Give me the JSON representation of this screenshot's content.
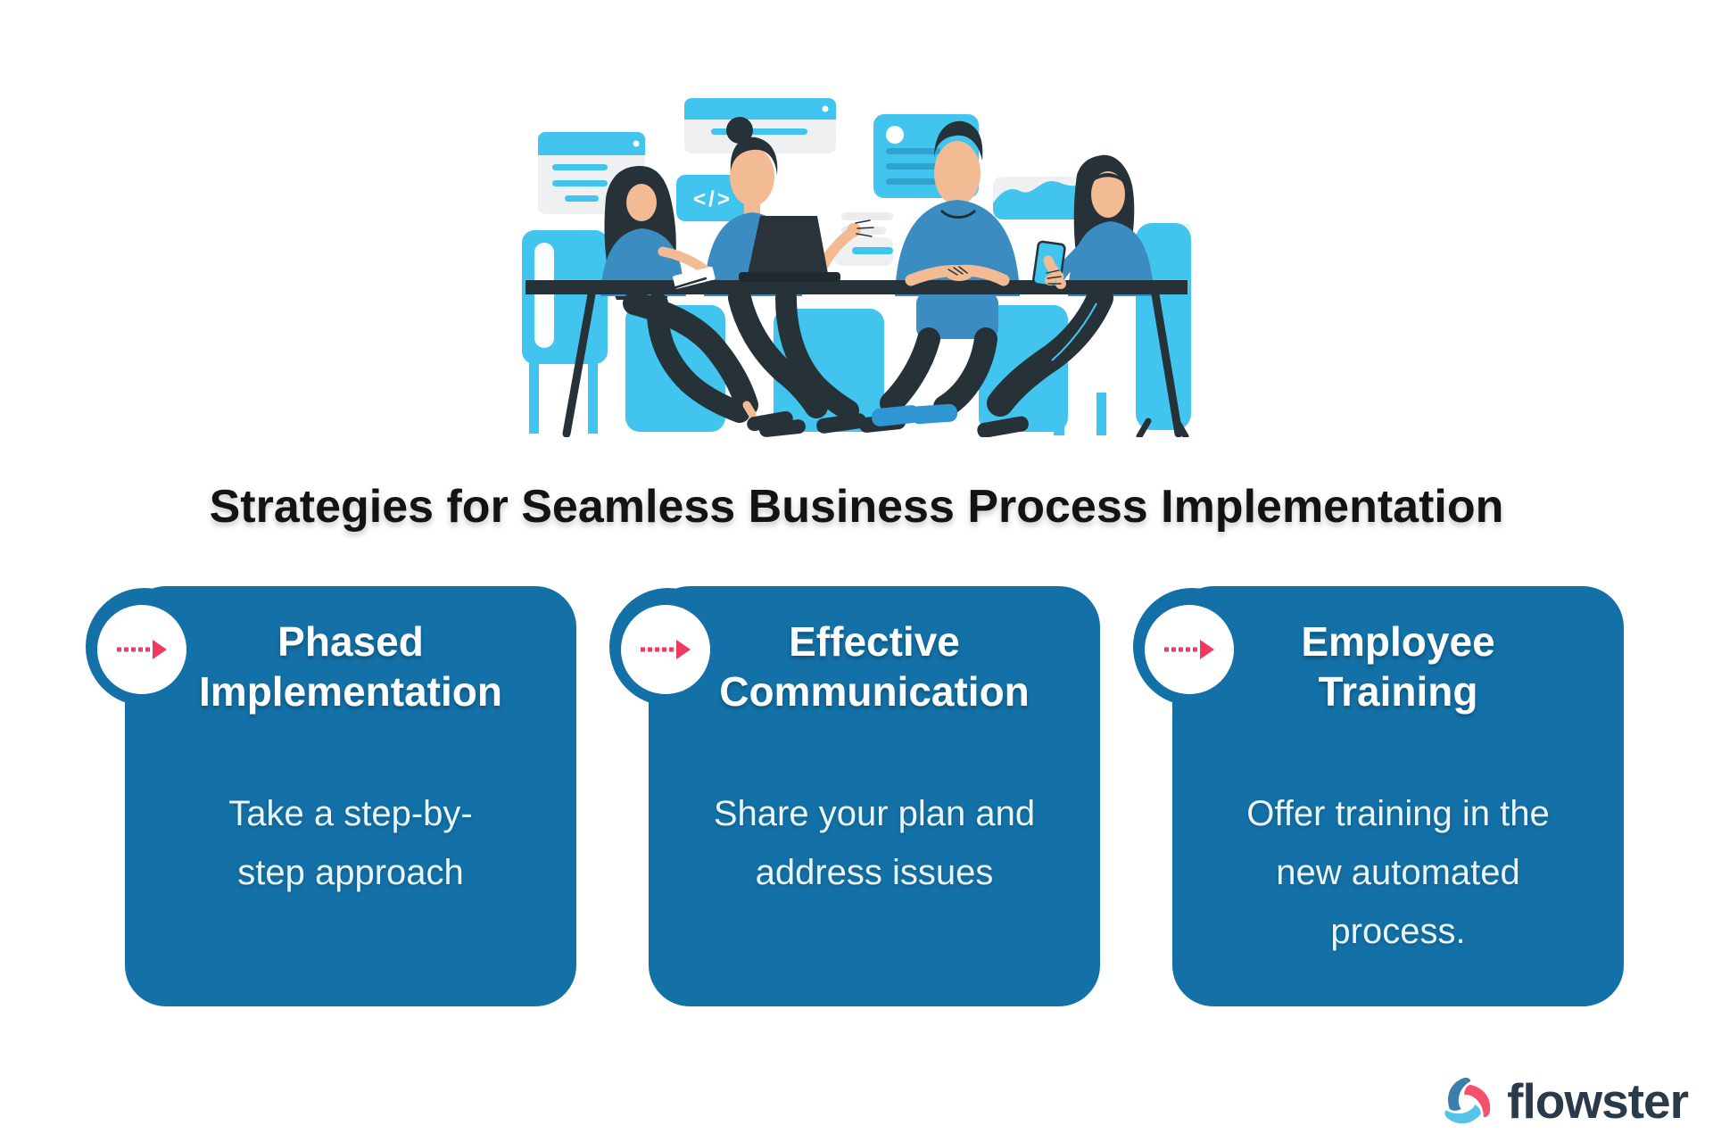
{
  "title": {
    "text": "Strategies for Seamless Business Process Implementation"
  },
  "cards": [
    {
      "heading": "Phased\nImplementation",
      "body": "Take a step-by-\nstep approach"
    },
    {
      "heading": "Effective\nCommunication",
      "body": "Share your plan and\naddress issues"
    },
    {
      "heading": "Employee\nTraining",
      "body": "Offer training in the\nnew automated\nprocess."
    }
  ],
  "badge": {
    "icon": "dashed-arrow-right-icon",
    "arrow_color": "#ee3a60"
  },
  "logo": {
    "text": "flowster",
    "icon": "flowster-triangle-swirl-icon",
    "text_color": "#2b3a4b",
    "petal_blue": "#3a7fae",
    "petal_pink": "#f4516c",
    "petal_cyan": "#54c4e8"
  },
  "illustration": {
    "description": "Four teammates meeting around a dark table with a laptop, cyan browser windows, a code panel and a chart panel",
    "code_glyph": "</>"
  },
  "colors": {
    "background": "#ffffff",
    "card_blue": "#1371a8",
    "title_text": "#131313",
    "card_heading": "#ffffff",
    "card_body_text": "#e9f6fc",
    "illustration_cyan": "#41c5ee",
    "illustration_dark": "#263238",
    "illustration_skin": "#f2bb94",
    "illustration_shirt_blue": "#3b8dc1",
    "illustration_gray": "#eef0f1"
  }
}
